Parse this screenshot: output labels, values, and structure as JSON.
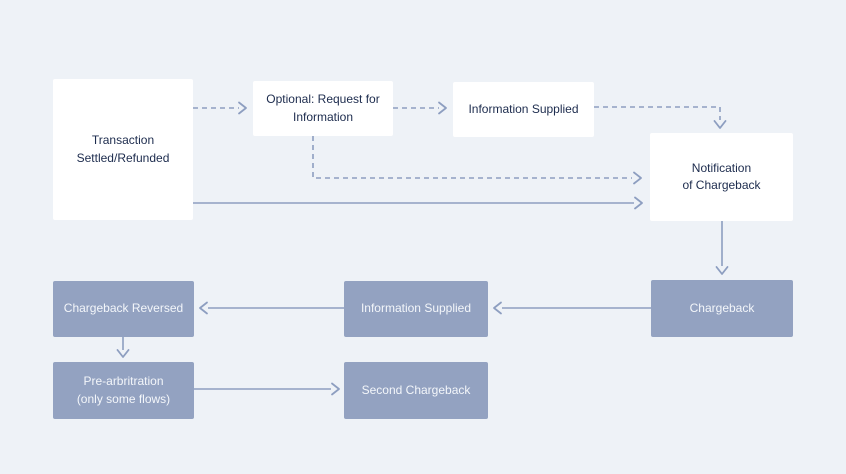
{
  "diagram": {
    "kind": "flowchart",
    "topic": "Chargeback process flow",
    "colors": {
      "background": "#eef2f7",
      "node_white_fill": "#ffffff",
      "node_blue_fill": "#93a2c1",
      "text_dark": "#1c2b4d",
      "text_light": "#f3f6fa",
      "arrow": "#8d9ec0"
    },
    "nodes": {
      "transaction": {
        "label": "Transaction\nSettled/Refunded",
        "type": "white"
      },
      "optional_request": {
        "label": "Optional: Request for\nInformation",
        "type": "white"
      },
      "information_supplied_top": {
        "label": "Information Supplied",
        "type": "white"
      },
      "notification": {
        "label": "Notification\nof Chargeback",
        "type": "white"
      },
      "chargeback": {
        "label": "Chargeback",
        "type": "blue"
      },
      "information_supplied_bottom": {
        "label": "Information Supplied",
        "type": "blue"
      },
      "chargeback_reversed": {
        "label": "Chargeback Reversed",
        "type": "blue"
      },
      "pre_arbitration": {
        "label": "Pre-arbritration\n(only some flows)",
        "type": "blue"
      },
      "second_chargeback": {
        "label": "Second Chargeback",
        "type": "blue"
      }
    },
    "edges": [
      {
        "from": "transaction",
        "to": "optional_request",
        "style": "dashed"
      },
      {
        "from": "optional_request",
        "to": "information_supplied_top",
        "style": "dashed"
      },
      {
        "from": "information_supplied_top",
        "to": "notification",
        "style": "dashed"
      },
      {
        "from": "optional_request",
        "to": "notification",
        "style": "dashed"
      },
      {
        "from": "transaction",
        "to": "notification",
        "style": "solid"
      },
      {
        "from": "notification",
        "to": "chargeback",
        "style": "solid"
      },
      {
        "from": "chargeback",
        "to": "information_supplied_bottom",
        "style": "solid"
      },
      {
        "from": "information_supplied_bottom",
        "to": "chargeback_reversed",
        "style": "solid"
      },
      {
        "from": "chargeback_reversed",
        "to": "pre_arbitration",
        "style": "solid"
      },
      {
        "from": "pre_arbitration",
        "to": "second_chargeback",
        "style": "solid"
      }
    ]
  }
}
